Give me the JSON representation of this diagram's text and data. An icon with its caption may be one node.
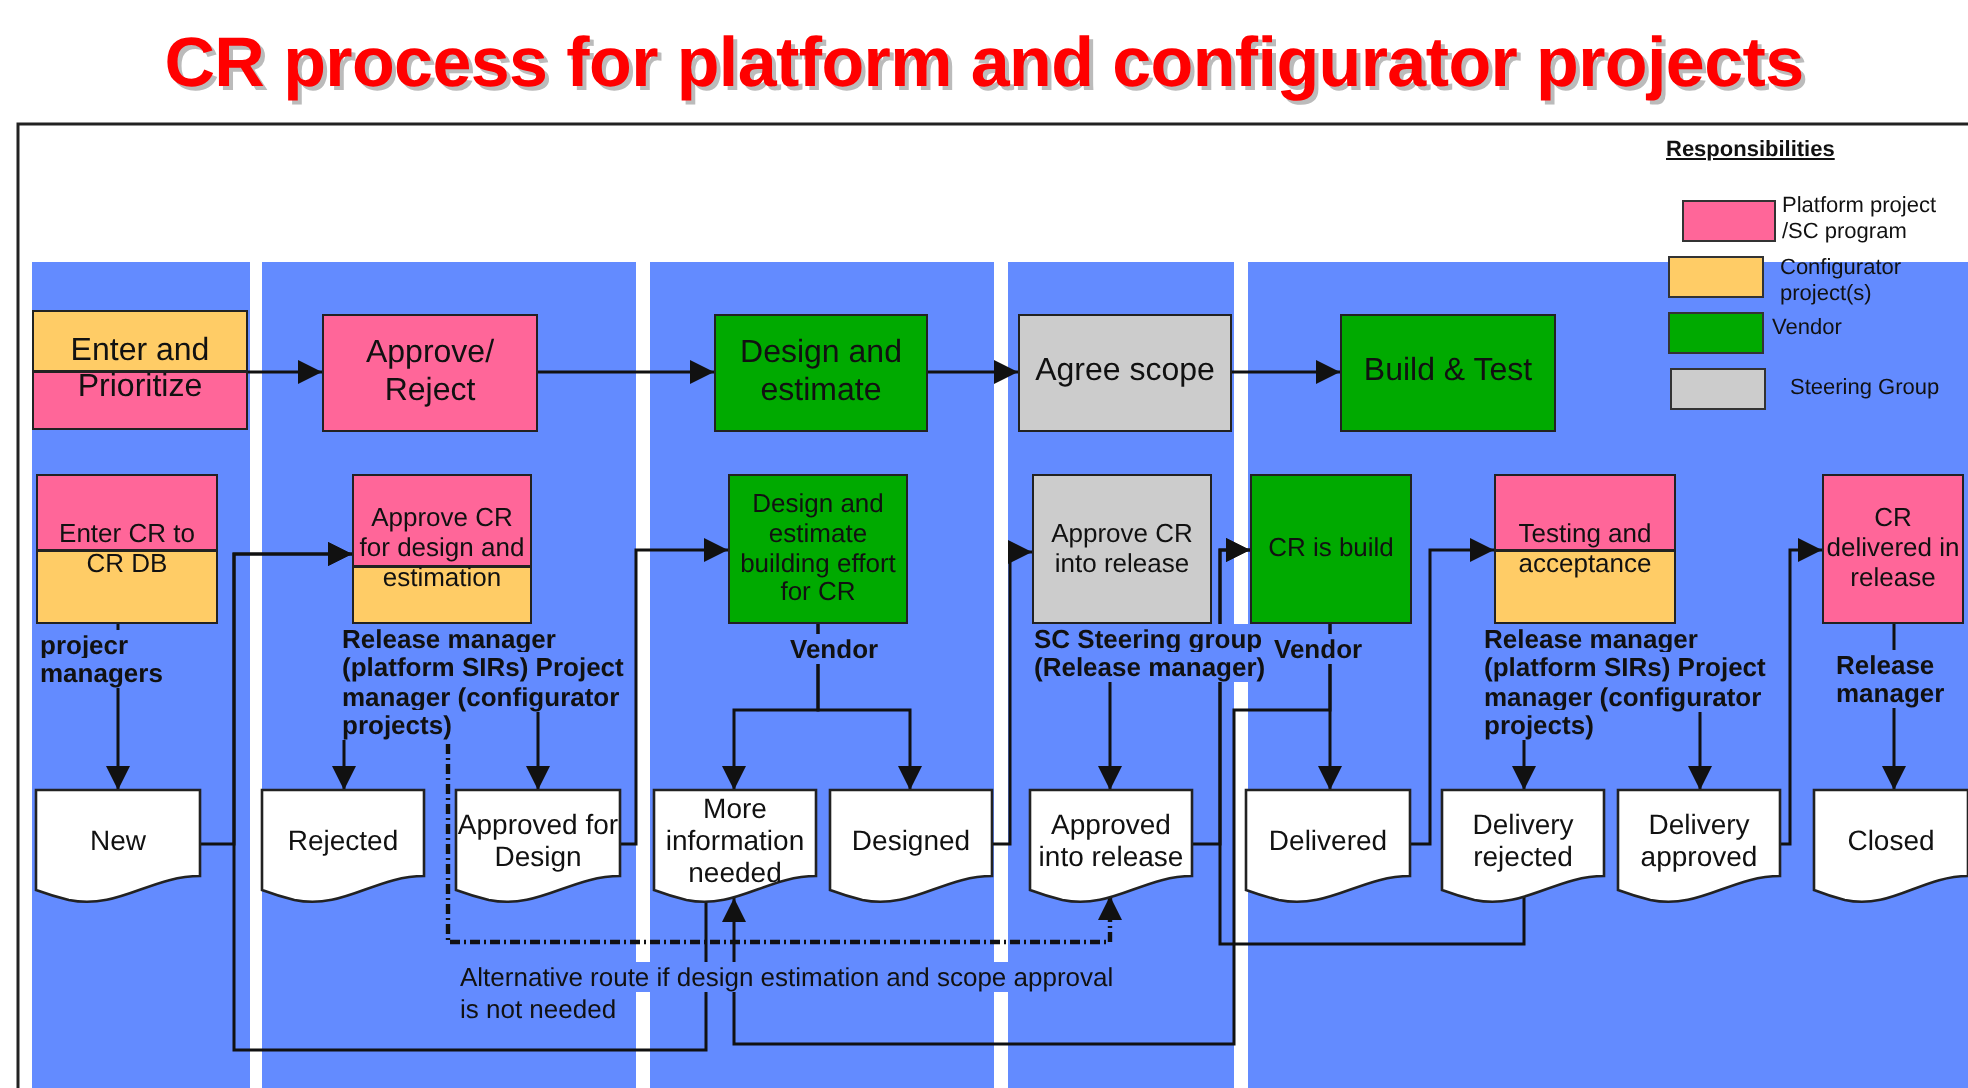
{
  "diagram": {
    "title": "CR process for platform and configurator projects",
    "nodes": [
      {
        "text": [
          "Enter and Prioritize"
        ]
      },
      {
        "text": [
          "Approve/ Reject"
        ]
      },
      {
        "text": [
          "Design and estimate"
        ]
      },
      {
        "text": [
          "Agree scope"
        ]
      },
      {
        "text": [
          "Build & Test"
        ]
      },
      {
        "text": [
          "Enter CR to CR DB"
        ],
        "beside": [
          "projecr managers"
        ]
      },
      {
        "text": [
          "Approve CR for design and estimation"
        ],
        "beside": [
          "Release manager (platform SIRs) Project manager (configurator projects)"
        ]
      },
      {
        "text": [
          "Design and estimate building effort for CR"
        ],
        "beside": [
          "Vendor"
        ]
      },
      {
        "text": [
          "Approve CR into release"
        ],
        "beside": [
          "SC Steering group (Release manager)"
        ]
      },
      {
        "text": [
          "CR is build"
        ],
        "beside": [
          "Vendor"
        ]
      },
      {
        "text": [
          "Testing and acceptance"
        ],
        "beside": [
          "Release manager (platform SIRs) Project manager (configurator projects)"
        ]
      },
      {
        "text": [
          "CR delivered in release"
        ],
        "beside": [
          "Release manager"
        ]
      },
      {
        "text": [
          "New"
        ]
      },
      {
        "text": [
          "Rejected"
        ]
      },
      {
        "text": [
          "Approved for Design"
        ]
      },
      {
        "text": [
          "More information needed"
        ]
      },
      {
        "text": [
          "Designed"
        ]
      },
      {
        "text": [
          "Approved into release"
        ]
      },
      {
        "text": [
          "Delivered"
        ]
      },
      {
        "text": [
          "Delivery rejected"
        ]
      },
      {
        "text": [
          "Delivery approved"
        ]
      },
      {
        "text": [
          "Closed"
        ]
      }
    ],
    "edges": [
      {
        "from": 0,
        "to": 1,
        "arrow": "to"
      },
      {
        "from": 1,
        "to": 2,
        "arrow": "to"
      },
      {
        "from": 2,
        "to": 3,
        "arrow": "to"
      },
      {
        "from": 3,
        "to": 4,
        "arrow": "to"
      },
      {
        "from": 5,
        "to": 12,
        "arrow": "to"
      },
      {
        "from": 6,
        "to": 13,
        "arrow": "to"
      },
      {
        "from": 6,
        "to": 14,
        "arrow": "to"
      },
      {
        "from": 12,
        "to": 6,
        "arrow": "to"
      },
      {
        "from": 15,
        "to": 6,
        "arrow": "to"
      },
      {
        "from": 14,
        "to": 7,
        "arrow": "to"
      },
      {
        "from": 7,
        "to": 15,
        "arrow": "to"
      },
      {
        "from": 7,
        "to": 16,
        "arrow": "to"
      },
      {
        "from": 16,
        "to": 8,
        "arrow": "to"
      },
      {
        "from": 8,
        "to": 17,
        "arrow": "to"
      },
      {
        "from": 17,
        "to": 9,
        "arrow": "to"
      },
      {
        "from": 9,
        "to": 18,
        "arrow": "to"
      },
      {
        "from": 9,
        "to": 15,
        "arrow": "to"
      },
      {
        "from": 18,
        "to": 10,
        "arrow": "to"
      },
      {
        "from": 10,
        "to": 19,
        "arrow": "to"
      },
      {
        "from": 10,
        "to": 20,
        "arrow": "to"
      },
      {
        "from": 19,
        "to": 9,
        "arrow": "to"
      },
      {
        "from": 20,
        "to": 11,
        "arrow": "to"
      },
      {
        "from": 11,
        "to": 21,
        "arrow": "to"
      },
      {
        "from": 6,
        "to": 17,
        "arrow": "to",
        "style": "dashed",
        "label": "Alternative route if design estimation and scope approval is not needed"
      }
    ],
    "labels": [
      "Responsibilities"
    ],
    "legend": [
      {
        "text": "Platform project /SC program",
        "color": "#ff6699"
      },
      {
        "text": "Configurator project(s)",
        "color": "#ffcc66"
      },
      {
        "text": "Vendor",
        "color": "#00aa00"
      },
      {
        "text": "Steering Group",
        "color": "#cccccc"
      }
    ]
  }
}
